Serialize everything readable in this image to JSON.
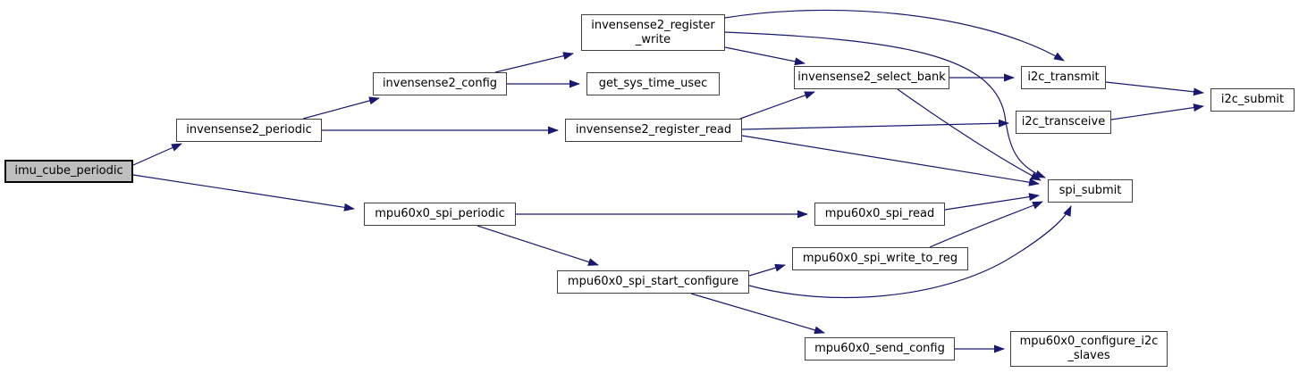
{
  "diagram": {
    "type": "call-graph",
    "colors": {
      "background": "#ffffff",
      "edge": "#191970",
      "node_border": "#404040",
      "node_fill": "#ffffff",
      "highlight_fill": "#bfbfbf",
      "text": "#000000"
    },
    "nodes": [
      {
        "id": "imu_cube_periodic",
        "label": "imu_cube_periodic",
        "highlighted": true
      },
      {
        "id": "invensense2_periodic",
        "label": "invensense2_periodic",
        "highlighted": false
      },
      {
        "id": "invensense2_config",
        "label": "invensense2_config",
        "highlighted": false
      },
      {
        "id": "invensense2_register_write",
        "label": "invensense2_register\n_write",
        "highlighted": false
      },
      {
        "id": "get_sys_time_usec",
        "label": "get_sys_time_usec",
        "highlighted": false
      },
      {
        "id": "invensense2_register_read",
        "label": "invensense2_register_read",
        "highlighted": false
      },
      {
        "id": "invensense2_select_bank",
        "label": "invensense2_select_bank",
        "highlighted": false
      },
      {
        "id": "i2c_transmit",
        "label": "i2c_transmit",
        "highlighted": false
      },
      {
        "id": "i2c_transceive",
        "label": "i2c_transceive",
        "highlighted": false
      },
      {
        "id": "i2c_submit",
        "label": "i2c_submit",
        "highlighted": false
      },
      {
        "id": "spi_submit",
        "label": "spi_submit",
        "highlighted": false
      },
      {
        "id": "mpu60x0_spi_periodic",
        "label": "mpu60x0_spi_periodic",
        "highlighted": false
      },
      {
        "id": "mpu60x0_spi_read",
        "label": "mpu60x0_spi_read",
        "highlighted": false
      },
      {
        "id": "mpu60x0_spi_write_to_reg",
        "label": "mpu60x0_spi_write_to_reg",
        "highlighted": false
      },
      {
        "id": "mpu60x0_spi_start_configure",
        "label": "mpu60x0_spi_start_configure",
        "highlighted": false
      },
      {
        "id": "mpu60x0_send_config",
        "label": "mpu60x0_send_config",
        "highlighted": false
      },
      {
        "id": "mpu60x0_configure_i2c_slaves",
        "label": "mpu60x0_configure_i2c\n_slaves",
        "highlighted": false
      }
    ],
    "edges": [
      {
        "from": "imu_cube_periodic",
        "to": "invensense2_periodic"
      },
      {
        "from": "imu_cube_periodic",
        "to": "mpu60x0_spi_periodic"
      },
      {
        "from": "invensense2_periodic",
        "to": "invensense2_config"
      },
      {
        "from": "invensense2_periodic",
        "to": "invensense2_register_read"
      },
      {
        "from": "invensense2_config",
        "to": "invensense2_register_write"
      },
      {
        "from": "invensense2_config",
        "to": "get_sys_time_usec"
      },
      {
        "from": "invensense2_register_write",
        "to": "i2c_transmit"
      },
      {
        "from": "invensense2_register_write",
        "to": "spi_submit"
      },
      {
        "from": "invensense2_register_write",
        "to": "invensense2_select_bank"
      },
      {
        "from": "invensense2_register_read",
        "to": "invensense2_select_bank"
      },
      {
        "from": "invensense2_register_read",
        "to": "i2c_transceive"
      },
      {
        "from": "invensense2_register_read",
        "to": "spi_submit"
      },
      {
        "from": "invensense2_select_bank",
        "to": "i2c_transmit"
      },
      {
        "from": "invensense2_select_bank",
        "to": "spi_submit"
      },
      {
        "from": "i2c_transmit",
        "to": "i2c_submit"
      },
      {
        "from": "i2c_transceive",
        "to": "i2c_submit"
      },
      {
        "from": "mpu60x0_spi_periodic",
        "to": "mpu60x0_spi_read"
      },
      {
        "from": "mpu60x0_spi_periodic",
        "to": "mpu60x0_spi_start_configure"
      },
      {
        "from": "mpu60x0_spi_read",
        "to": "spi_submit"
      },
      {
        "from": "mpu60x0_spi_start_configure",
        "to": "mpu60x0_spi_write_to_reg"
      },
      {
        "from": "mpu60x0_spi_start_configure",
        "to": "spi_submit"
      },
      {
        "from": "mpu60x0_spi_start_configure",
        "to": "mpu60x0_send_config"
      },
      {
        "from": "mpu60x0_spi_write_to_reg",
        "to": "spi_submit"
      },
      {
        "from": "mpu60x0_send_config",
        "to": "mpu60x0_configure_i2c_slaves"
      }
    ]
  }
}
